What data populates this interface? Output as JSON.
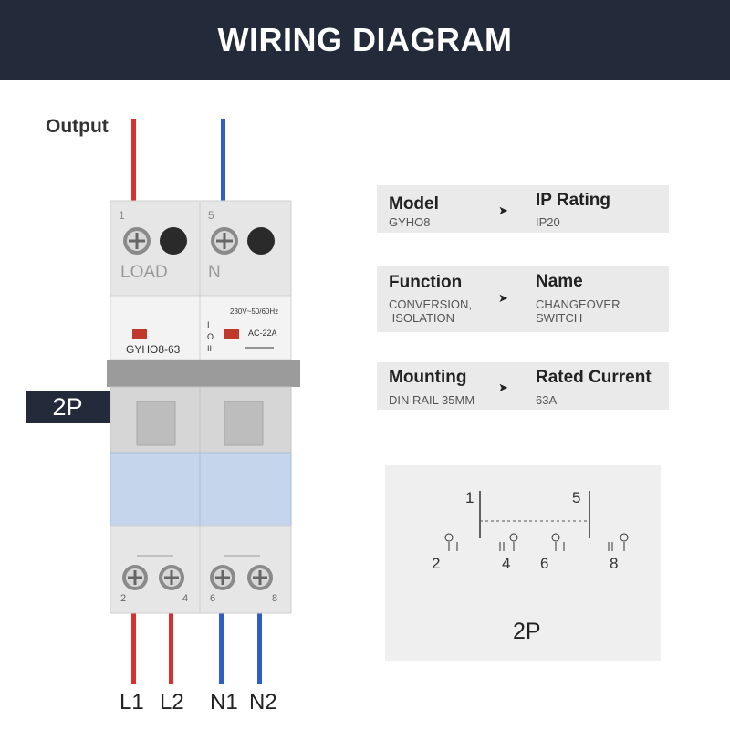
{
  "header": {
    "title": "WIRING DIAGRAM"
  },
  "labels": {
    "output": "Output",
    "pole_tag": "2P",
    "terminals_top": [
      "1",
      "5"
    ],
    "terminal_top_names": [
      "LOAD",
      "N"
    ],
    "terminals_bottom": [
      "2",
      "4",
      "6",
      "8"
    ],
    "model_print": "GYHO8-63",
    "rating_print": [
      "230V~50/60Hz",
      "AC-22A"
    ],
    "lines": [
      "L1",
      "L2",
      "N1",
      "N2"
    ]
  },
  "specs": [
    {
      "k1": "Model",
      "v1": "GYHO8",
      "k2": "IP Rating",
      "v2": "IP20"
    },
    {
      "k1": "Function",
      "v1": "CONVERSION,\n ISOLATION",
      "k2": "Name",
      "v2": "CHANGEOVER\nSWITCH"
    },
    {
      "k1": "Mounting",
      "v1": "DIN RAIL 35MM",
      "k2": "Rated Current",
      "v2": "63A"
    }
  ],
  "symbol": {
    "top": [
      "1",
      "5"
    ],
    "bottom": [
      "2",
      "4",
      "6",
      "8"
    ],
    "caption": "2P"
  },
  "colors": {
    "header": "#232b3b",
    "live": "#d9302c",
    "neutral": "#2f5fc4",
    "cover": "#c5d6ec"
  },
  "icons": [
    "screw-icon",
    "arrow-right-icon"
  ]
}
